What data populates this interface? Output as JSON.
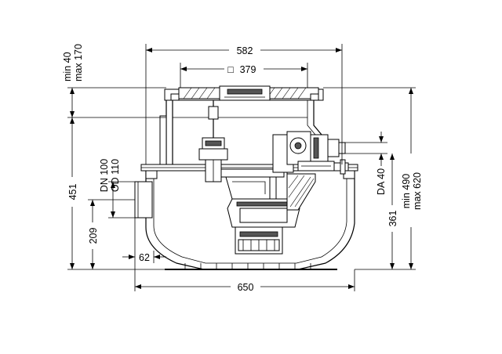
{
  "dimensions": {
    "width_top": "582",
    "cover_square": "379",
    "width_bottom": "650",
    "height_extension": [
      "min 40",
      "max 170"
    ],
    "height_body": "451",
    "height_inlet": "209",
    "inlet_offset": "62",
    "inlet_size": [
      "DN 100",
      "OD 110"
    ],
    "outlet_size": "DA 40",
    "outlet_height": "361",
    "height_total": [
      "min 490",
      "max 620"
    ]
  },
  "square_symbol": "□"
}
